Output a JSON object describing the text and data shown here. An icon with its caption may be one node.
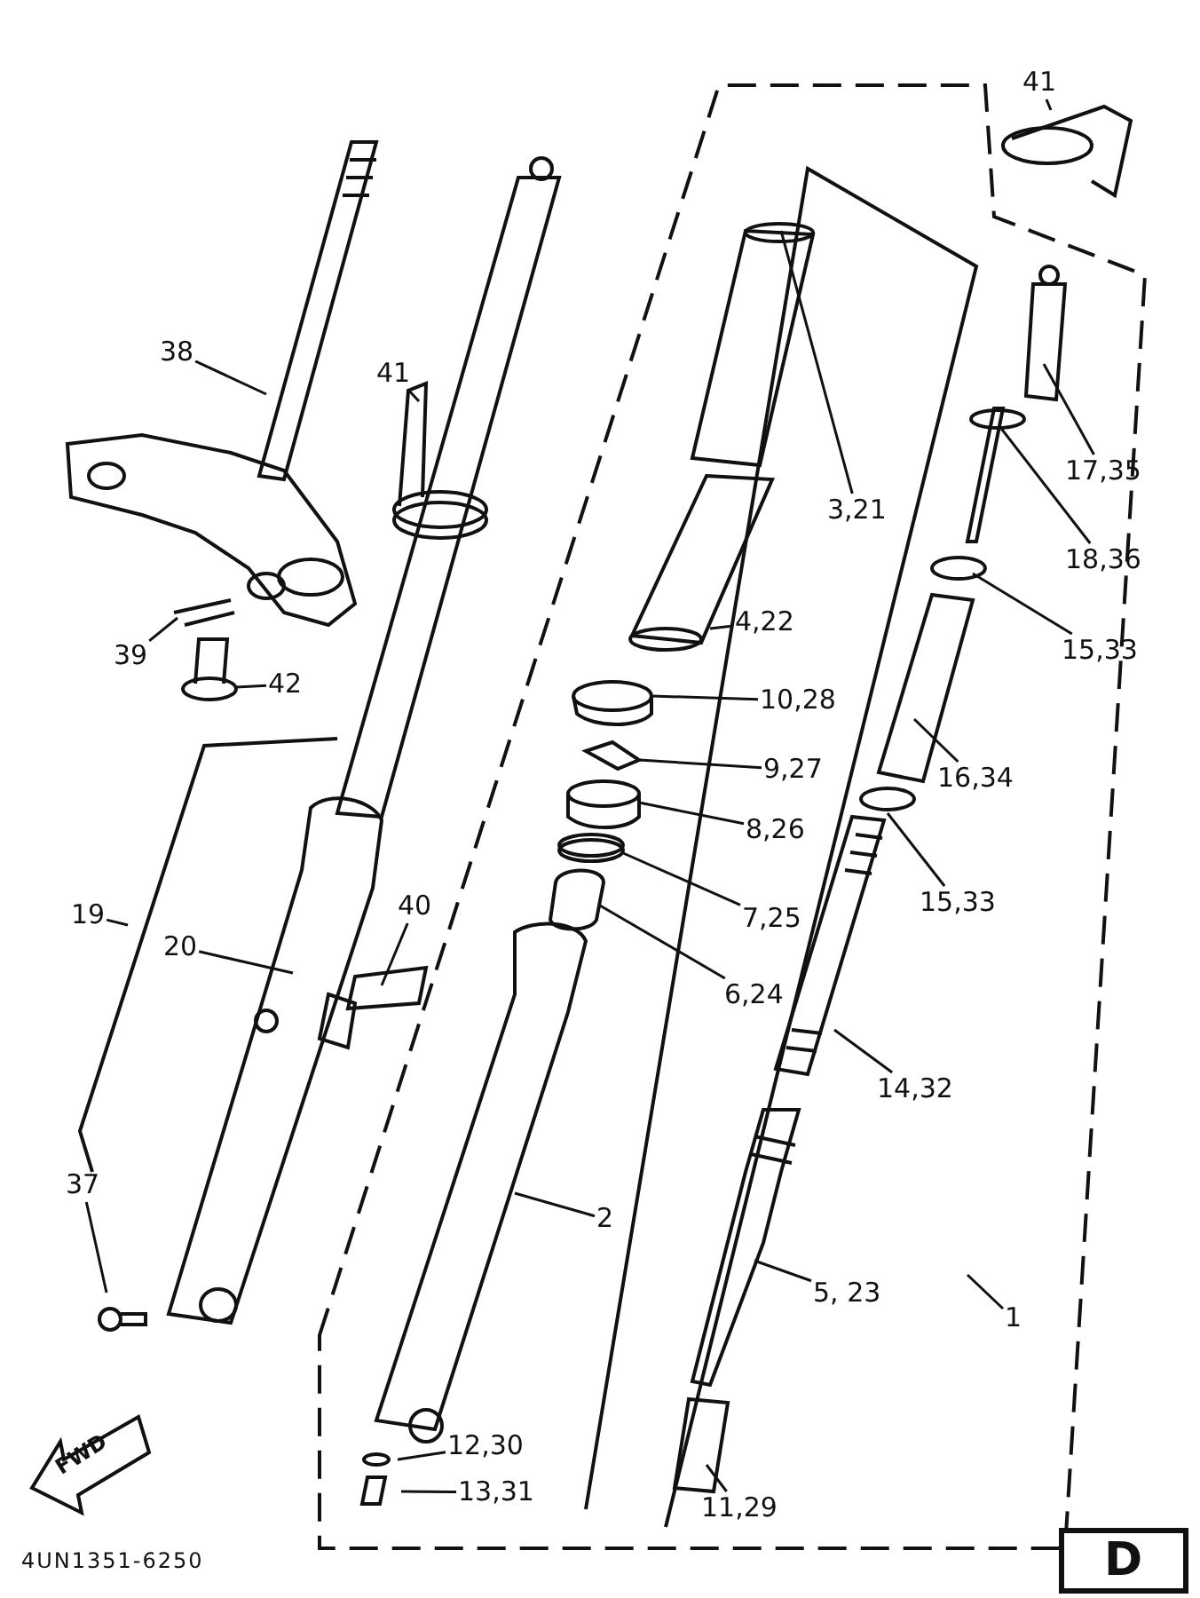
{
  "diagram": {
    "nodes": [
      {
        "text": [
          "41"
        ]
      },
      {
        "text": [
          "38"
        ]
      },
      {
        "text": [
          "41"
        ]
      },
      {
        "text": [
          "3,21"
        ]
      },
      {
        "text": [
          "17,35"
        ]
      },
      {
        "text": [
          "18,36"
        ]
      },
      {
        "text": [
          "4,22"
        ]
      },
      {
        "text": [
          "15,33"
        ]
      },
      {
        "text": [
          "39"
        ]
      },
      {
        "text": [
          "42"
        ]
      },
      {
        "text": [
          "10,28"
        ]
      },
      {
        "text": [
          "16,34"
        ]
      },
      {
        "text": [
          "9,27"
        ]
      },
      {
        "text": [
          "8,26"
        ]
      },
      {
        "text": [
          "15,33"
        ]
      },
      {
        "text": [
          "19"
        ]
      },
      {
        "text": [
          "40"
        ]
      },
      {
        "text": [
          "20"
        ]
      },
      {
        "text": [
          "7,25"
        ]
      },
      {
        "text": [
          "6,24"
        ]
      },
      {
        "text": [
          "14,32"
        ]
      },
      {
        "text": [
          "37"
        ]
      },
      {
        "text": [
          "2"
        ]
      },
      {
        "text": [
          "5, 23"
        ]
      },
      {
        "text": [
          "1"
        ]
      },
      {
        "text": [
          "12,30"
        ]
      },
      {
        "text": [
          "13,31"
        ]
      },
      {
        "text": [
          "11,29"
        ]
      }
    ],
    "edges": [
      {
        "from": 0,
        "to": null,
        "arrow": "none"
      },
      {
        "from": 1,
        "to": null,
        "arrow": "none"
      },
      {
        "from": 2,
        "to": null,
        "arrow": "none"
      },
      {
        "from": 3,
        "to": null,
        "arrow": "none"
      },
      {
        "from": 4,
        "to": null,
        "arrow": "none"
      },
      {
        "from": 5,
        "to": null,
        "arrow": "none"
      },
      {
        "from": 6,
        "to": null,
        "arrow": "none"
      },
      {
        "from": 7,
        "to": null,
        "arrow": "none"
      },
      {
        "from": 8,
        "to": null,
        "arrow": "none"
      },
      {
        "from": 9,
        "to": null,
        "arrow": "none"
      },
      {
        "from": 10,
        "to": null,
        "arrow": "none"
      },
      {
        "from": 11,
        "to": null,
        "arrow": "none"
      },
      {
        "from": 12,
        "to": null,
        "arrow": "none"
      },
      {
        "from": 13,
        "to": null,
        "arrow": "none"
      },
      {
        "from": 14,
        "to": null,
        "arrow": "none"
      },
      {
        "from": 15,
        "to": null,
        "arrow": "none"
      },
      {
        "from": 16,
        "to": null,
        "arrow": "none"
      },
      {
        "from": 17,
        "to": null,
        "arrow": "none"
      },
      {
        "from": 18,
        "to": null,
        "arrow": "none"
      },
      {
        "from": 19,
        "to": null,
        "arrow": "none"
      },
      {
        "from": 20,
        "to": null,
        "arrow": "none"
      },
      {
        "from": 21,
        "to": null,
        "arrow": "none"
      },
      {
        "from": 22,
        "to": null,
        "arrow": "none"
      },
      {
        "from": 23,
        "to": null,
        "arrow": "none"
      },
      {
        "from": 24,
        "to": null,
        "arrow": "none"
      },
      {
        "from": 25,
        "to": null,
        "arrow": "none"
      },
      {
        "from": 26,
        "to": null,
        "arrow": "none"
      },
      {
        "from": 27,
        "to": null,
        "arrow": "none"
      }
    ],
    "labels": [
      "FWD",
      "4UN1351-6250",
      "D"
    ]
  }
}
